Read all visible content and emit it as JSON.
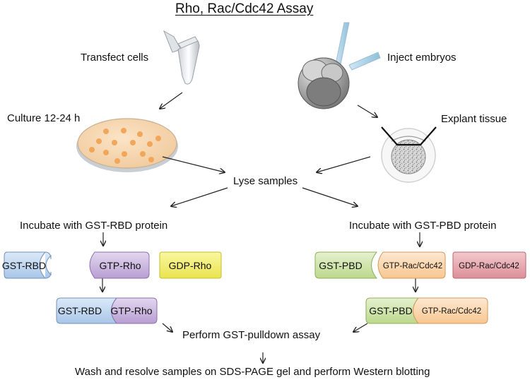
{
  "title": "Rho, Rac/Cdc42 Assay",
  "steps": {
    "transfect": "Transfect cells",
    "inject": "Inject embryos",
    "culture": "Culture 12-24 h",
    "explant": "Explant tissue",
    "lyse": "Lyse samples",
    "incubate_rbd": "Incubate with GST-RBD protein",
    "incubate_pbd": "Incubate with GST-PBD protein",
    "pulldown": "Perform GST-pulldown assay",
    "final": "Wash and resolve samples on SDS-PAGE gel and perform Western blotting"
  },
  "proteins": {
    "gst_rbd": "GST-RBD",
    "gtp_rho": "GTP-Rho",
    "gdp_rho": "GDP-Rho",
    "gst_pbd": "GST-PBD",
    "gtp_rac": "GTP-Rac/Cdc42",
    "gdp_rac": "GDP-Rac/Cdc42"
  },
  "colors": {
    "rbd_blue": "#b9d3ef",
    "rho_purple": "#c9b3dc",
    "gdp_rho_yellow": "#f4f06a",
    "pbd_green": "#cfe3a7",
    "rac_orange": "#fbd7b0",
    "gdp_rac_red": "#e6a6ad",
    "dish_orange": "#f2a65a"
  }
}
